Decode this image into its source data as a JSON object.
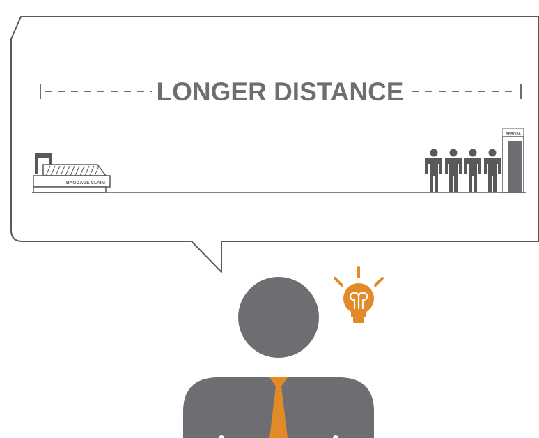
{
  "heading": {
    "text": "LONGER DISTANCE"
  },
  "baggage_claim": {
    "label": "BAGGAGE CLAIM"
  },
  "arrival_gate": {
    "label": "ARRIVAL"
  },
  "people_waiting": {
    "count": 4
  },
  "idea": {
    "icon": "lightbulb-icon"
  },
  "colors": {
    "gray": "#6d6e71",
    "dark_gray": "#58595b",
    "orange": "#e28a27",
    "outline": "#58595b",
    "background": "#ffffff"
  }
}
